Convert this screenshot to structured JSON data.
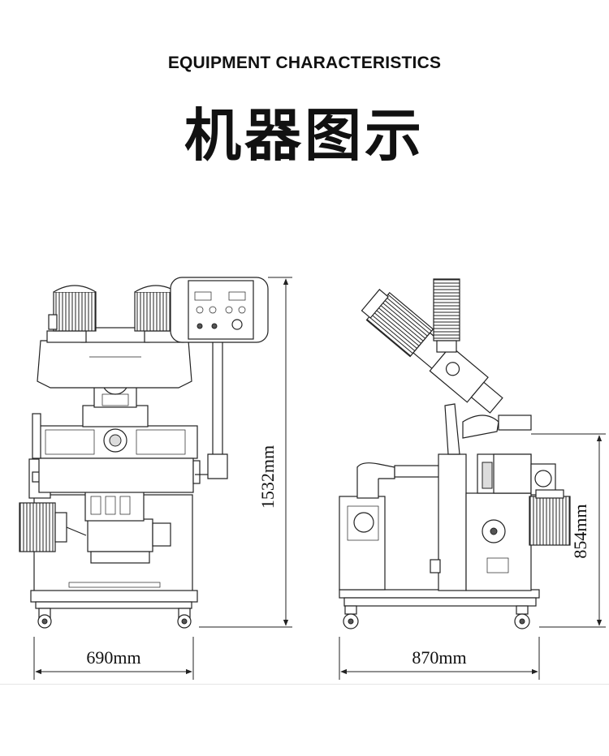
{
  "header": {
    "subtitle": "EQUIPMENT CHARACTERISTICS",
    "title": "机器图示"
  },
  "front_view": {
    "width_label": "690mm",
    "height_label": "1532mm"
  },
  "side_view": {
    "width_label": "870mm",
    "height_label": "854mm"
  }
}
